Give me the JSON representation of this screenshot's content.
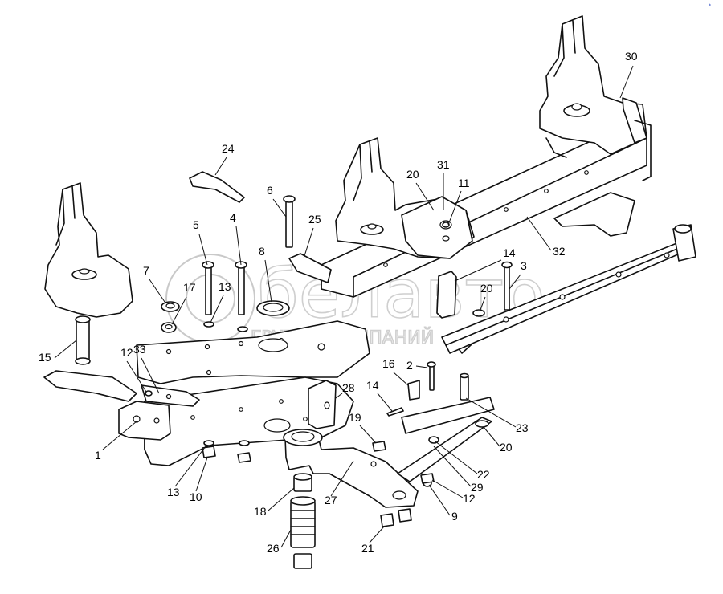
{
  "watermark": {
    "brand": "белавто",
    "subtitle": "ГРУППА КОМПАНИЙ"
  },
  "corner_mark": "*",
  "callouts": [
    {
      "id": "1",
      "label": "1"
    },
    {
      "id": "2",
      "label": "2"
    },
    {
      "id": "3",
      "label": "3"
    },
    {
      "id": "4",
      "label": "4"
    },
    {
      "id": "5",
      "label": "5"
    },
    {
      "id": "6",
      "label": "6"
    },
    {
      "id": "7",
      "label": "7"
    },
    {
      "id": "8",
      "label": "8"
    },
    {
      "id": "9",
      "label": "9"
    },
    {
      "id": "10",
      "label": "10"
    },
    {
      "id": "11",
      "label": "11"
    },
    {
      "id": "12a",
      "label": "12"
    },
    {
      "id": "12b",
      "label": "12"
    },
    {
      "id": "13a",
      "label": "13"
    },
    {
      "id": "13b",
      "label": "13"
    },
    {
      "id": "14a",
      "label": "14"
    },
    {
      "id": "14b",
      "label": "14"
    },
    {
      "id": "15",
      "label": "15"
    },
    {
      "id": "16",
      "label": "16"
    },
    {
      "id": "17",
      "label": "17"
    },
    {
      "id": "18",
      "label": "18"
    },
    {
      "id": "19",
      "label": "19"
    },
    {
      "id": "20a",
      "label": "20"
    },
    {
      "id": "20b",
      "label": "20"
    },
    {
      "id": "20c",
      "label": "20"
    },
    {
      "id": "21",
      "label": "21"
    },
    {
      "id": "22",
      "label": "22"
    },
    {
      "id": "23",
      "label": "23"
    },
    {
      "id": "24",
      "label": "24"
    },
    {
      "id": "25",
      "label": "25"
    },
    {
      "id": "26",
      "label": "26"
    },
    {
      "id": "27",
      "label": "27"
    },
    {
      "id": "28",
      "label": "28"
    },
    {
      "id": "29",
      "label": "29"
    },
    {
      "id": "30",
      "label": "30"
    },
    {
      "id": "31",
      "label": "31"
    },
    {
      "id": "32",
      "label": "32"
    },
    {
      "id": "33",
      "label": "33"
    }
  ]
}
